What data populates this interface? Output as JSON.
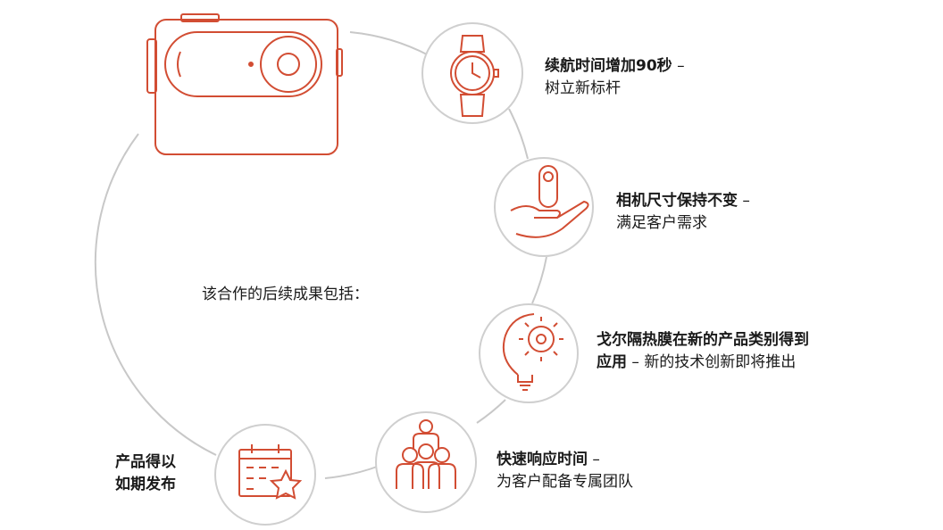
{
  "intro": "该合作的后续成果包括：",
  "dash": "–",
  "items": [
    {
      "bold": "续航时间增加90秒",
      "normal": "树立新标杆",
      "icon": "watch-icon"
    },
    {
      "bold": "相机尺寸保持不变",
      "normal": "满足客户需求",
      "icon": "hand-camera-icon"
    },
    {
      "bold_line1": "戈尔隔热膜在新的产品类别得到",
      "bold_line2": "应用",
      "normal": "新的技术创新即将推出",
      "icon": "lightbulb-gear-icon"
    },
    {
      "bold": "快速响应时间",
      "normal": "为客户配备专属团队",
      "icon": "team-icon"
    },
    {
      "bold_line1": "产品得以",
      "bold_line2": "如期发布",
      "icon": "calendar-star-icon"
    }
  ],
  "colors": {
    "accent": "#d24d33",
    "ring": "#c8c8c8",
    "text": "#1a1a1a"
  }
}
